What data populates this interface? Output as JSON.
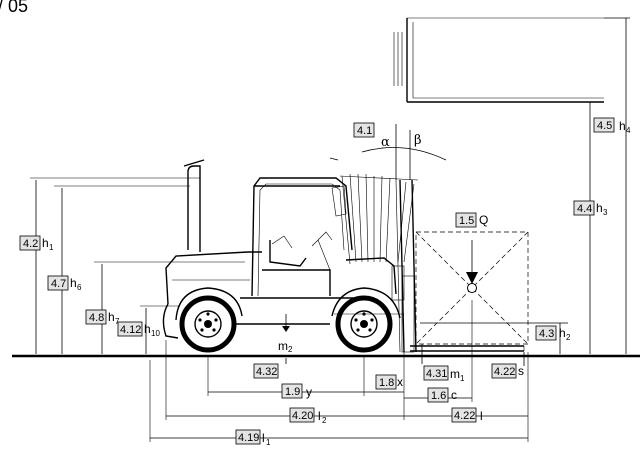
{
  "top_fragment": "/ 05",
  "labels": {
    "lift_height": {
      "code": "4.5",
      "symbol": "h",
      "sub": "4"
    },
    "free_lift": {
      "code": "4.4",
      "symbol": "h",
      "sub": "3"
    },
    "tilt": {
      "code": "4.1",
      "alpha": "α",
      "beta": "β"
    },
    "load": {
      "code": "1.5",
      "symbol": "Q",
      "sub": ""
    },
    "overhead_guard": {
      "code": "4.2",
      "symbol": "h",
      "sub": "1"
    },
    "extended_height": {
      "code": "4.7",
      "symbol": "h",
      "sub": "6"
    },
    "seat_height": {
      "code": "4.8",
      "symbol": "h",
      "sub": "7"
    },
    "coupling_height": {
      "code": "4.12",
      "symbol": "h",
      "sub": "10"
    },
    "fork_rise": {
      "code": "4.3",
      "symbol": "h",
      "sub": "2"
    },
    "mass": {
      "code": "",
      "symbol": "m",
      "sub": "2"
    },
    "ground_clearance": {
      "code": "4.32",
      "symbol": "",
      "sub": ""
    },
    "mast_clearance": {
      "code": "4.31",
      "symbol": "m",
      "sub": "1"
    },
    "fork_thickness": {
      "code": "4.22",
      "symbol": "s",
      "sub": ""
    },
    "wheelbase": {
      "code": "1.9",
      "symbol": "y",
      "sub": ""
    },
    "front_overhang": {
      "code": "1.8",
      "symbol": "x",
      "sub": ""
    },
    "load_centre": {
      "code": "1.6",
      "symbol": "c",
      "sub": ""
    },
    "length_to_face": {
      "code": "4.20",
      "symbol": "l",
      "sub": "2"
    },
    "fork_length": {
      "code": "4.22",
      "symbol": "l",
      "sub": ""
    },
    "overall_length": {
      "code": "4.19",
      "symbol": "l",
      "sub": "1"
    }
  }
}
